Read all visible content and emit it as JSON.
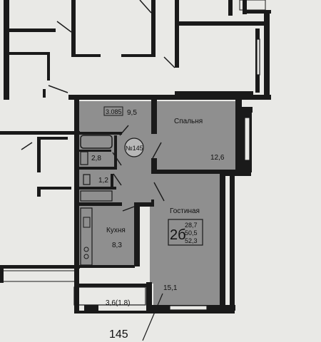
{
  "labels": {
    "corridor_code": "3.085",
    "corridor_area": "9,5",
    "bedroom_name": "Спальня",
    "bedroom_area": "12,6",
    "apartment_no": "№145",
    "bath_area": "2,8",
    "wc_area": "1,2",
    "living_name": "Гостиная",
    "living_area": "15,1",
    "kitchen_name": "Кухня",
    "kitchen_area": "8,3",
    "balcony_area": "3,6(1.8)",
    "plan_type": "2б",
    "area_living": "28,7",
    "area_total": "50,5",
    "area_with_balcony": "52,3",
    "bottom_number": "145"
  },
  "colors": {
    "background": "#e9e9e6",
    "highlight": "#8f8f8f",
    "wall": "#1a1a1a"
  }
}
